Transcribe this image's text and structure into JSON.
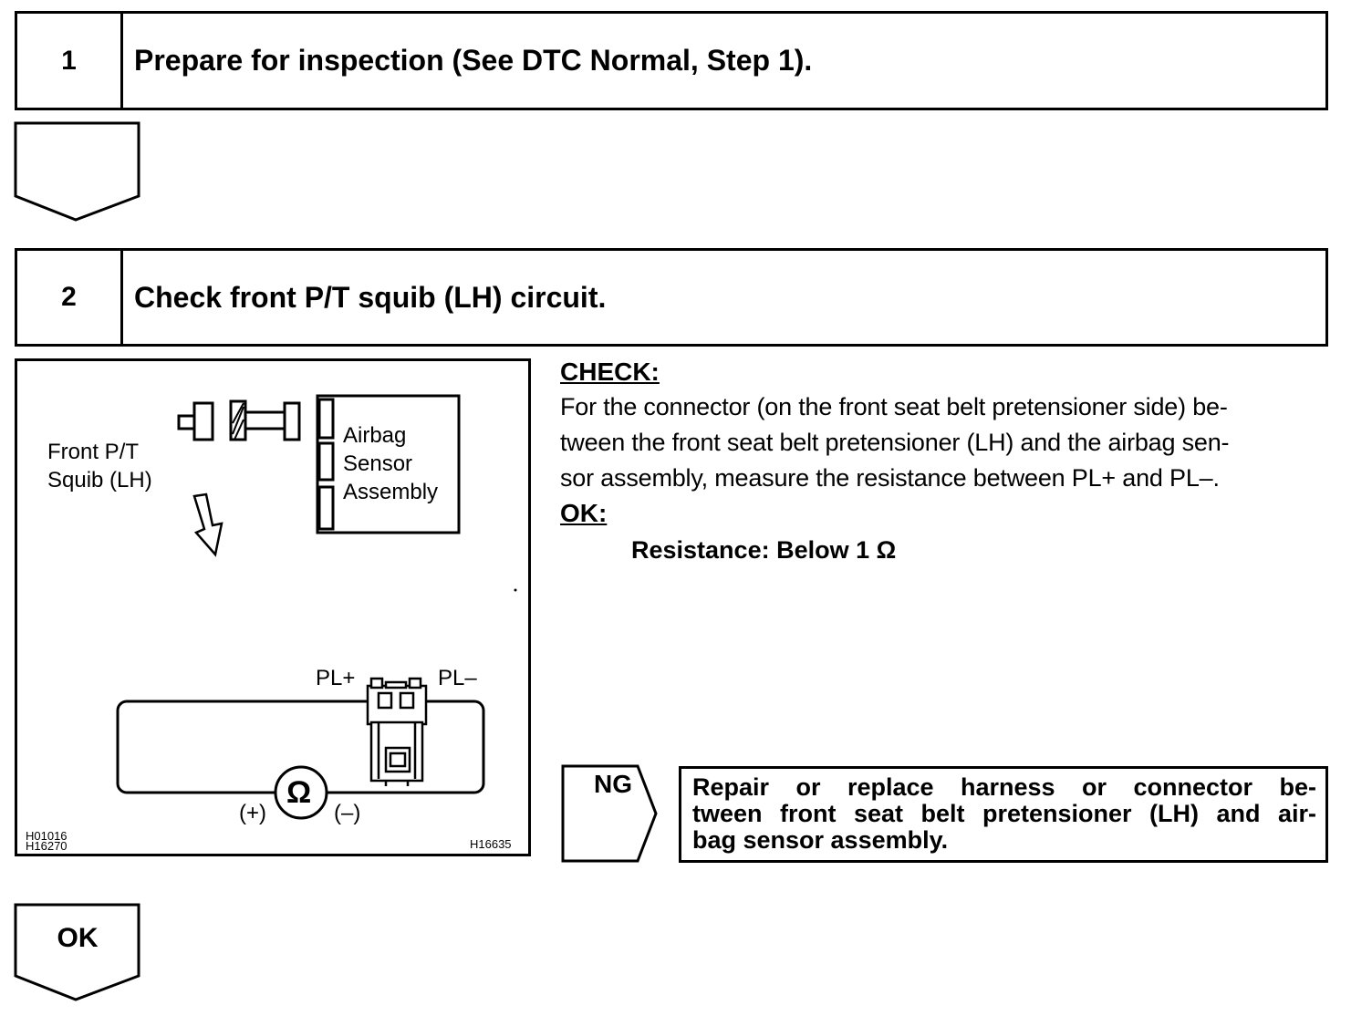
{
  "step1": {
    "number": "1",
    "title": "Prepare for inspection (See DTC Normal, Step 1)."
  },
  "step2": {
    "number": "2",
    "title": "Check front P/T squib (LH) circuit."
  },
  "figure": {
    "squib_label_line1": "Front P/T",
    "squib_label_line2": "Squib (LH)",
    "sensor_label_line1": "Airbag",
    "sensor_label_line2": "Sensor",
    "sensor_label_line3": "Assembly",
    "pl_plus": "PL+",
    "pl_minus": "PL–",
    "ohm_symbol": "Ω",
    "plus_sign": "(+)",
    "minus_sign": "(–)",
    "code_left_1": "H01016",
    "code_left_2": "H16270",
    "code_right": "H16635"
  },
  "check": {
    "heading": "CHECK:",
    "line1": "For the connector (on the front seat belt pretensioner side) be-",
    "line2": "tween the front seat belt pretensioner (LH) and the airbag sen-",
    "line3": "sor assembly, measure the resistance between PL+ and PL–.",
    "ok_heading": "OK:",
    "spec": "Resistance: Below 1 Ω"
  },
  "ng": {
    "label": "NG",
    "line1": "Repair or replace harness or connector be-",
    "line2": "tween front seat belt pretensioner (LH) and air-",
    "line3": "bag sensor assembly."
  },
  "ok_label": "OK"
}
